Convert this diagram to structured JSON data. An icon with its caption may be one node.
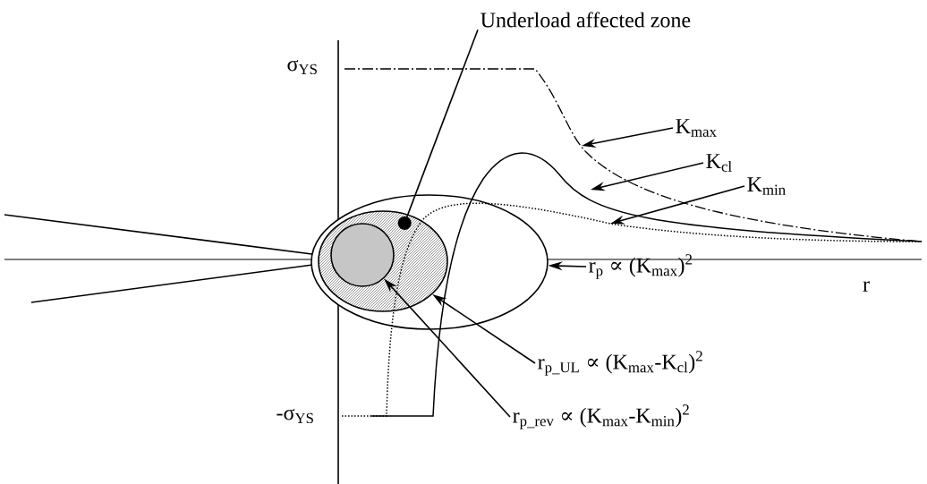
{
  "diagram": {
    "nodes": [
      {
        "text": [
          "Underload affected zone"
        ]
      },
      {
        "text": [],
        "shape": "ellipse"
      },
      {
        "text": [],
        "shape": "ellipse",
        "in": 1
      },
      {
        "text": [],
        "shape": "circle",
        "in": 2
      },
      {
        "text": [
          "K$_{max}$"
        ]
      },
      {
        "text": [
          "K$_{cl}$"
        ]
      },
      {
        "text": [
          "K$_{min}$"
        ]
      },
      {
        "text": [
          "r$_{p}$ ∝ (K$_{max}$)$^{2}$"
        ]
      },
      {
        "text": [
          "r$_{p_UL}$ ∝ (K$_{max}$-K$_{cl}$)$^{2}$"
        ]
      },
      {
        "text": [
          "r$_{p_rev}$ ∝ (K$_{max}$-K$_{min}$)$^{2}$"
        ]
      }
    ],
    "edges": [
      {
        "from": 0,
        "to": 2,
        "arrow": "other"
      },
      {
        "from": 4,
        "to": null,
        "arrow": "to"
      },
      {
        "from": 5,
        "to": null,
        "arrow": "to"
      },
      {
        "from": 6,
        "to": null,
        "arrow": "to"
      },
      {
        "from": 7,
        "to": 1,
        "arrow": "to"
      },
      {
        "from": 8,
        "to": 2,
        "arrow": "to"
      },
      {
        "from": 9,
        "to": 3,
        "arrow": "to"
      }
    ],
    "labels": [
      "σ$_{YS}$",
      "-σ$_{YS}$",
      "r"
    ]
  }
}
